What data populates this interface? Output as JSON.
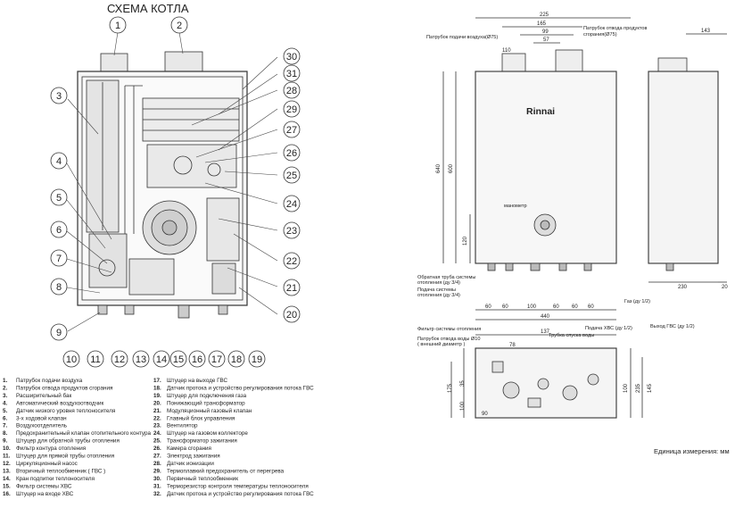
{
  "scheme": {
    "title": "СХЕМА КОТЛА",
    "callouts": {
      "left": [
        "1",
        "2",
        "3",
        "4",
        "5",
        "6",
        "7",
        "8",
        "9"
      ],
      "right": [
        "30",
        "31",
        "28",
        "29",
        "27",
        "26",
        "25",
        "24",
        "23",
        "22",
        "21",
        "20"
      ],
      "bottom": [
        "10",
        "11",
        "12",
        "13",
        "14",
        "15",
        "16",
        "17",
        "18",
        "19"
      ]
    }
  },
  "legend": [
    {
      "n": "1.",
      "text": "Патрубок подачи воздуха"
    },
    {
      "n": "2.",
      "text": "Патрубок  отвода продуктов сгорания"
    },
    {
      "n": "3.",
      "text": "Расширительный бак"
    },
    {
      "n": "4.",
      "text": "Автоматический воздухоотводчик"
    },
    {
      "n": "5.",
      "text": "Датчик низкого уровня теплоносителя"
    },
    {
      "n": "6.",
      "text": "3-х ходовой клапан"
    },
    {
      "n": "7.",
      "text": "Воздухоотделитель"
    },
    {
      "n": "8.",
      "text": "Предохранительный клапан отопительного контура"
    },
    {
      "n": "9.",
      "text": "Штуцер для обратной трубы отопления"
    },
    {
      "n": "10.",
      "text": "Фильтр контура отопления"
    },
    {
      "n": "11.",
      "text": "Штуцер для прямой трубы отопления"
    },
    {
      "n": "12.",
      "text": "Циркуляционный насос"
    },
    {
      "n": "13.",
      "text": "Вторичный теплообменник ( ГВС )"
    },
    {
      "n": "14.",
      "text": "Кран подпитки теплоносителя"
    },
    {
      "n": "15.",
      "text": "Фильтр системы ХВС"
    },
    {
      "n": "16.",
      "text": "Штуцер на входе ХВС"
    },
    {
      "n": "17.",
      "text": "Штуцер на выходе ГВС"
    },
    {
      "n": "18.",
      "text": "Датчик протока и устройство регулирования потока ГВС"
    },
    {
      "n": "19.",
      "text": "Штуцер для подключения газа"
    },
    {
      "n": "20.",
      "text": "Понижающий трансформатор"
    },
    {
      "n": "21.",
      "text": "Модуляционный газовый клапан"
    },
    {
      "n": "22.",
      "text": "Главный блок управления"
    },
    {
      "n": "23.",
      "text": "Вентилятор"
    },
    {
      "n": "24.",
      "text": "Штуцер на газовом коллекторе"
    },
    {
      "n": "25.",
      "text": "Трансформатор зажигания"
    },
    {
      "n": "26.",
      "text": "Камера сгорания"
    },
    {
      "n": "27.",
      "text": "Электрод зажигания"
    },
    {
      "n": "28.",
      "text": "Датчик ионизации"
    },
    {
      "n": "29.",
      "text": "Термоплавкий предохранитель от перегрева"
    },
    {
      "n": "30.",
      "text": "Первичный теплообменник"
    },
    {
      "n": "31.",
      "text": "Терморезистор контроля температуры теплоносителя"
    },
    {
      "n": "32.",
      "text": "Датчик протока и устройство регулирования потока ГВС"
    }
  ],
  "drawing": {
    "brand": "Rinnai",
    "labels": {
      "air_inlet": "Патрубок подачи воздуха(Ø75)",
      "flue_outlet_1": "Патрубок отвода продуктов",
      "flue_outlet_2": "сгорания(Ø75)",
      "manometer": "манометр",
      "return_pipe_1": "Обратная труба системы",
      "return_pipe_2": "отопления (ду 3/4)",
      "supply_pipe_1": "Подача системы",
      "supply_pipe_2": "отопления (ду 3/4)",
      "gas": "Газ (ду 1/2)",
      "cold_in": "Подача ХВС (ду 1/2)",
      "drain": "Трубка спуска воды",
      "hot_out": "Выход ГВС (ду 1/2)",
      "heating_filter": "Фильтр системы отопления",
      "vent_pipe_1": "Патрубок отвода воды Ø10",
      "vent_pipe_2": "( внешний диаметр )",
      "units": "Единица измерения: мм"
    },
    "dims": {
      "top": [
        "225",
        "165",
        "99",
        "57",
        "110",
        "143"
      ],
      "height": [
        "640",
        "600",
        "120"
      ],
      "bottom_spacing": [
        "60",
        "60",
        "100",
        "60",
        "60",
        "60"
      ],
      "width": "440",
      "side_depth": [
        "230",
        "20"
      ],
      "bottom_view": [
        "137",
        "78",
        "175",
        "35",
        "100",
        "90",
        "100",
        "235",
        "145"
      ]
    }
  }
}
